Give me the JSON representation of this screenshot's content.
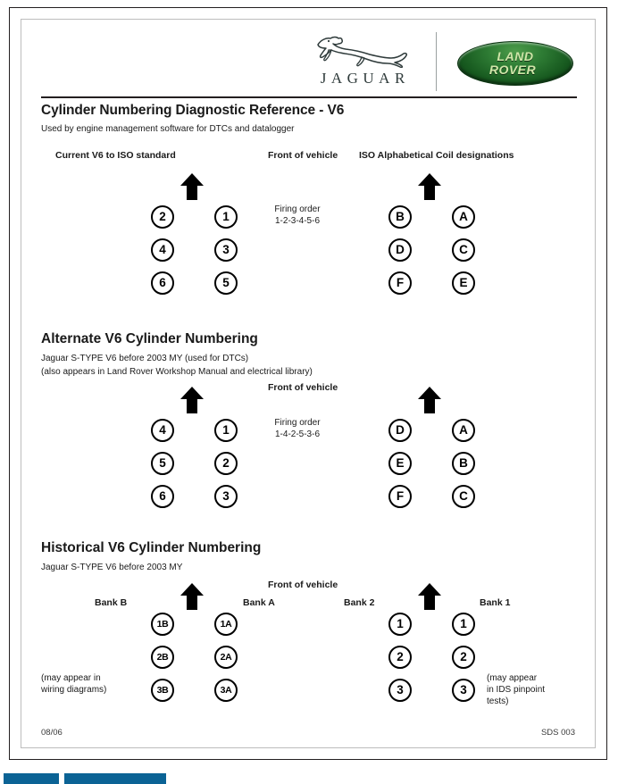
{
  "brand": {
    "jaguar_wordmark": "JAGUAR",
    "jaguar_icon": "jaguar-leaper-icon",
    "landrover_line1": "LAND",
    "landrover_line2": "ROVER",
    "green_dark": "#0c3a14",
    "green_light": "#cfe6a8"
  },
  "header": {
    "title": "Cylinder Numbering Diagnostic Reference - V6",
    "subtitle": "Used by engine management software for DTCs and datalogger"
  },
  "sections": [
    {
      "id": "current-iso",
      "title": "",
      "notes": [],
      "left_heading": "Current V6 to ISO standard",
      "right_heading": "ISO Alphabetical Coil designations",
      "front_label": "Front of vehicle",
      "firing_title": "Firing order",
      "firing_order": "1-2-3-4-5-6",
      "left_outer_col": [
        "2",
        "4",
        "6"
      ],
      "left_inner_col": [
        "1",
        "3",
        "5"
      ],
      "right_outer_col": [
        "B",
        "D",
        "F"
      ],
      "right_inner_col": [
        "A",
        "C",
        "E"
      ]
    },
    {
      "id": "alternate",
      "title": "Alternate V6 Cylinder Numbering",
      "notes": [
        "Jaguar S-TYPE V6 before 2003 MY (used for DTCs)",
        "(also appears in Land Rover Workshop Manual and electrical library)"
      ],
      "front_label": "Front of vehicle",
      "firing_title": "Firing order",
      "firing_order": "1-4-2-5-3-6",
      "left_outer_col": [
        "4",
        "5",
        "6"
      ],
      "left_inner_col": [
        "1",
        "2",
        "3"
      ],
      "right_outer_col": [
        "D",
        "E",
        "F"
      ],
      "right_inner_col": [
        "A",
        "B",
        "C"
      ]
    },
    {
      "id": "historical",
      "title": "Historical V6 Cylinder Numbering",
      "notes": [
        "Jaguar S-TYPE V6 before 2003 MY"
      ],
      "front_label": "Front of vehicle",
      "bank_b_label": "Bank B",
      "bank_a_label": "Bank A",
      "bank_2_label": "Bank 2",
      "bank_1_label": "Bank 1",
      "left_outer_col": [
        "1B",
        "2B",
        "3B"
      ],
      "left_inner_col": [
        "1A",
        "2A",
        "3A"
      ],
      "right_outer_col": [
        "1",
        "2",
        "3"
      ],
      "right_inner_col": [
        "1",
        "2",
        "3"
      ],
      "left_aside_line1": "(may appear in",
      "left_aside_line2": "wiring diagrams)",
      "right_aside_line1": "(may appear",
      "right_aside_line2": "in IDS pinpoint",
      "right_aside_line3": "tests)"
    }
  ],
  "footer": {
    "date_code": "08/06",
    "doc_code": "SDS 003"
  }
}
